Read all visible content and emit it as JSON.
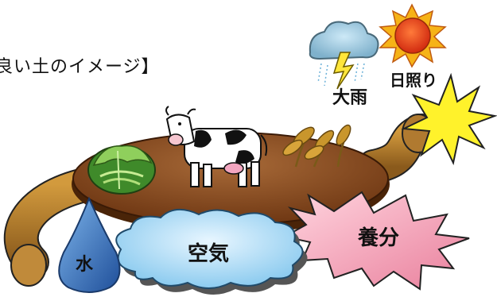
{
  "title": "良い土のイメージ】",
  "labels": {
    "heavy_rain": "大雨",
    "sunshine": "日照り",
    "water": "水",
    "air": "空気",
    "nutrients": "養分"
  },
  "colors": {
    "soil": "#8a4a1c",
    "water": "#3f7fc0",
    "air_cloud": "#a9d8f2",
    "nutrients_burst": "#f3a6b6",
    "sun": "#e8431c",
    "sun_rays": "#f6b317",
    "sun_burst": "#fff22b"
  },
  "icons": [
    "cloud-lightning-icon",
    "sun-icon",
    "burst-icon",
    "cabbage-icon",
    "cow-icon",
    "wheat-icon"
  ]
}
